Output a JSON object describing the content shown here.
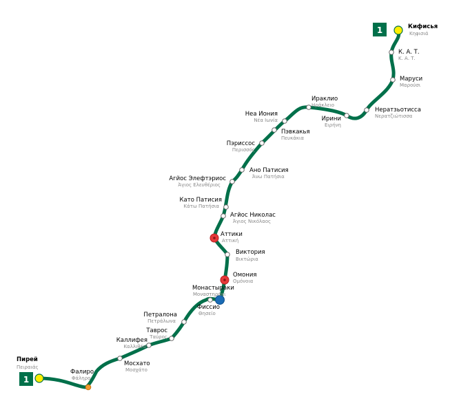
{
  "line": {
    "number": "1",
    "color": "#00704a"
  },
  "colors": {
    "terminus": "#ffee00",
    "interchange_line2": "#e63a3a",
    "interchange_line3": "#1a6bb5",
    "faliro_interchange": "#f29a2e"
  },
  "stations": [
    {
      "key": "kifisia",
      "name": "Кифисья",
      "sub": "Κηφισιά",
      "terminus": true
    },
    {
      "key": "kat",
      "name": "К. А. Т.",
      "sub": "Κ. Α. Τ."
    },
    {
      "key": "marousi",
      "name": "Маруси",
      "sub": "Μαρούσι"
    },
    {
      "key": "neratziotissa",
      "name": "Нератзьотисса",
      "sub": "Νερατζιώτισσα"
    },
    {
      "key": "irini",
      "name": "Ирини",
      "sub": "Ειρήνη"
    },
    {
      "key": "iraklio",
      "name": "Ираклио",
      "sub": "Ηράκλειο"
    },
    {
      "key": "nea_ionia",
      "name": "Неа Иония",
      "sub": "Νέα Ιωνία"
    },
    {
      "key": "pefkakia",
      "name": "Пэвкакья",
      "sub": "Πευκάκια"
    },
    {
      "key": "perissos",
      "name": "Пэриссос",
      "sub": "Περισσός"
    },
    {
      "key": "ano_patisia",
      "name": "Ано Патисия",
      "sub": "Άνω Πατήσια"
    },
    {
      "key": "agios_eleftherios",
      "name": "Агйос Элефтэриос",
      "sub": "Άγιος Ελευθέριος"
    },
    {
      "key": "kato_patisia",
      "name": "Като Патисия",
      "sub": "Κάτω Πατήσια"
    },
    {
      "key": "agios_nikolaos",
      "name": "Агйос Николас",
      "sub": "Άγιος Νικόλαος"
    },
    {
      "key": "attiki",
      "name": "Аттики",
      "sub": "Αττική",
      "interchange": "line2"
    },
    {
      "key": "viktoria",
      "name": "Виктория",
      "sub": "Βικτώρια"
    },
    {
      "key": "omonia",
      "name": "Омония",
      "sub": "Ομόνοια",
      "interchange": "line2"
    },
    {
      "key": "monastiraki",
      "name": "Монастыраки",
      "sub": "Μοναστηράκι",
      "interchange": "line3"
    },
    {
      "key": "thissio",
      "name": "Фиссио",
      "sub": "Θησείο"
    },
    {
      "key": "petralona",
      "name": "Петралона",
      "sub": "Πετράλωνα"
    },
    {
      "key": "tavros",
      "name": "Таврос",
      "sub": "Ταύρος"
    },
    {
      "key": "kallithea",
      "name": "Каллифея",
      "sub": "Καλλιθέα"
    },
    {
      "key": "moschato",
      "name": "Мосхато",
      "sub": "Μοσχάτο"
    },
    {
      "key": "faliro",
      "name": "Фалиро",
      "sub": "Φάληρο",
      "interchange": "tram"
    },
    {
      "key": "pireas",
      "name": "Пирей",
      "sub": "Πειραιάς",
      "terminus": true
    }
  ]
}
